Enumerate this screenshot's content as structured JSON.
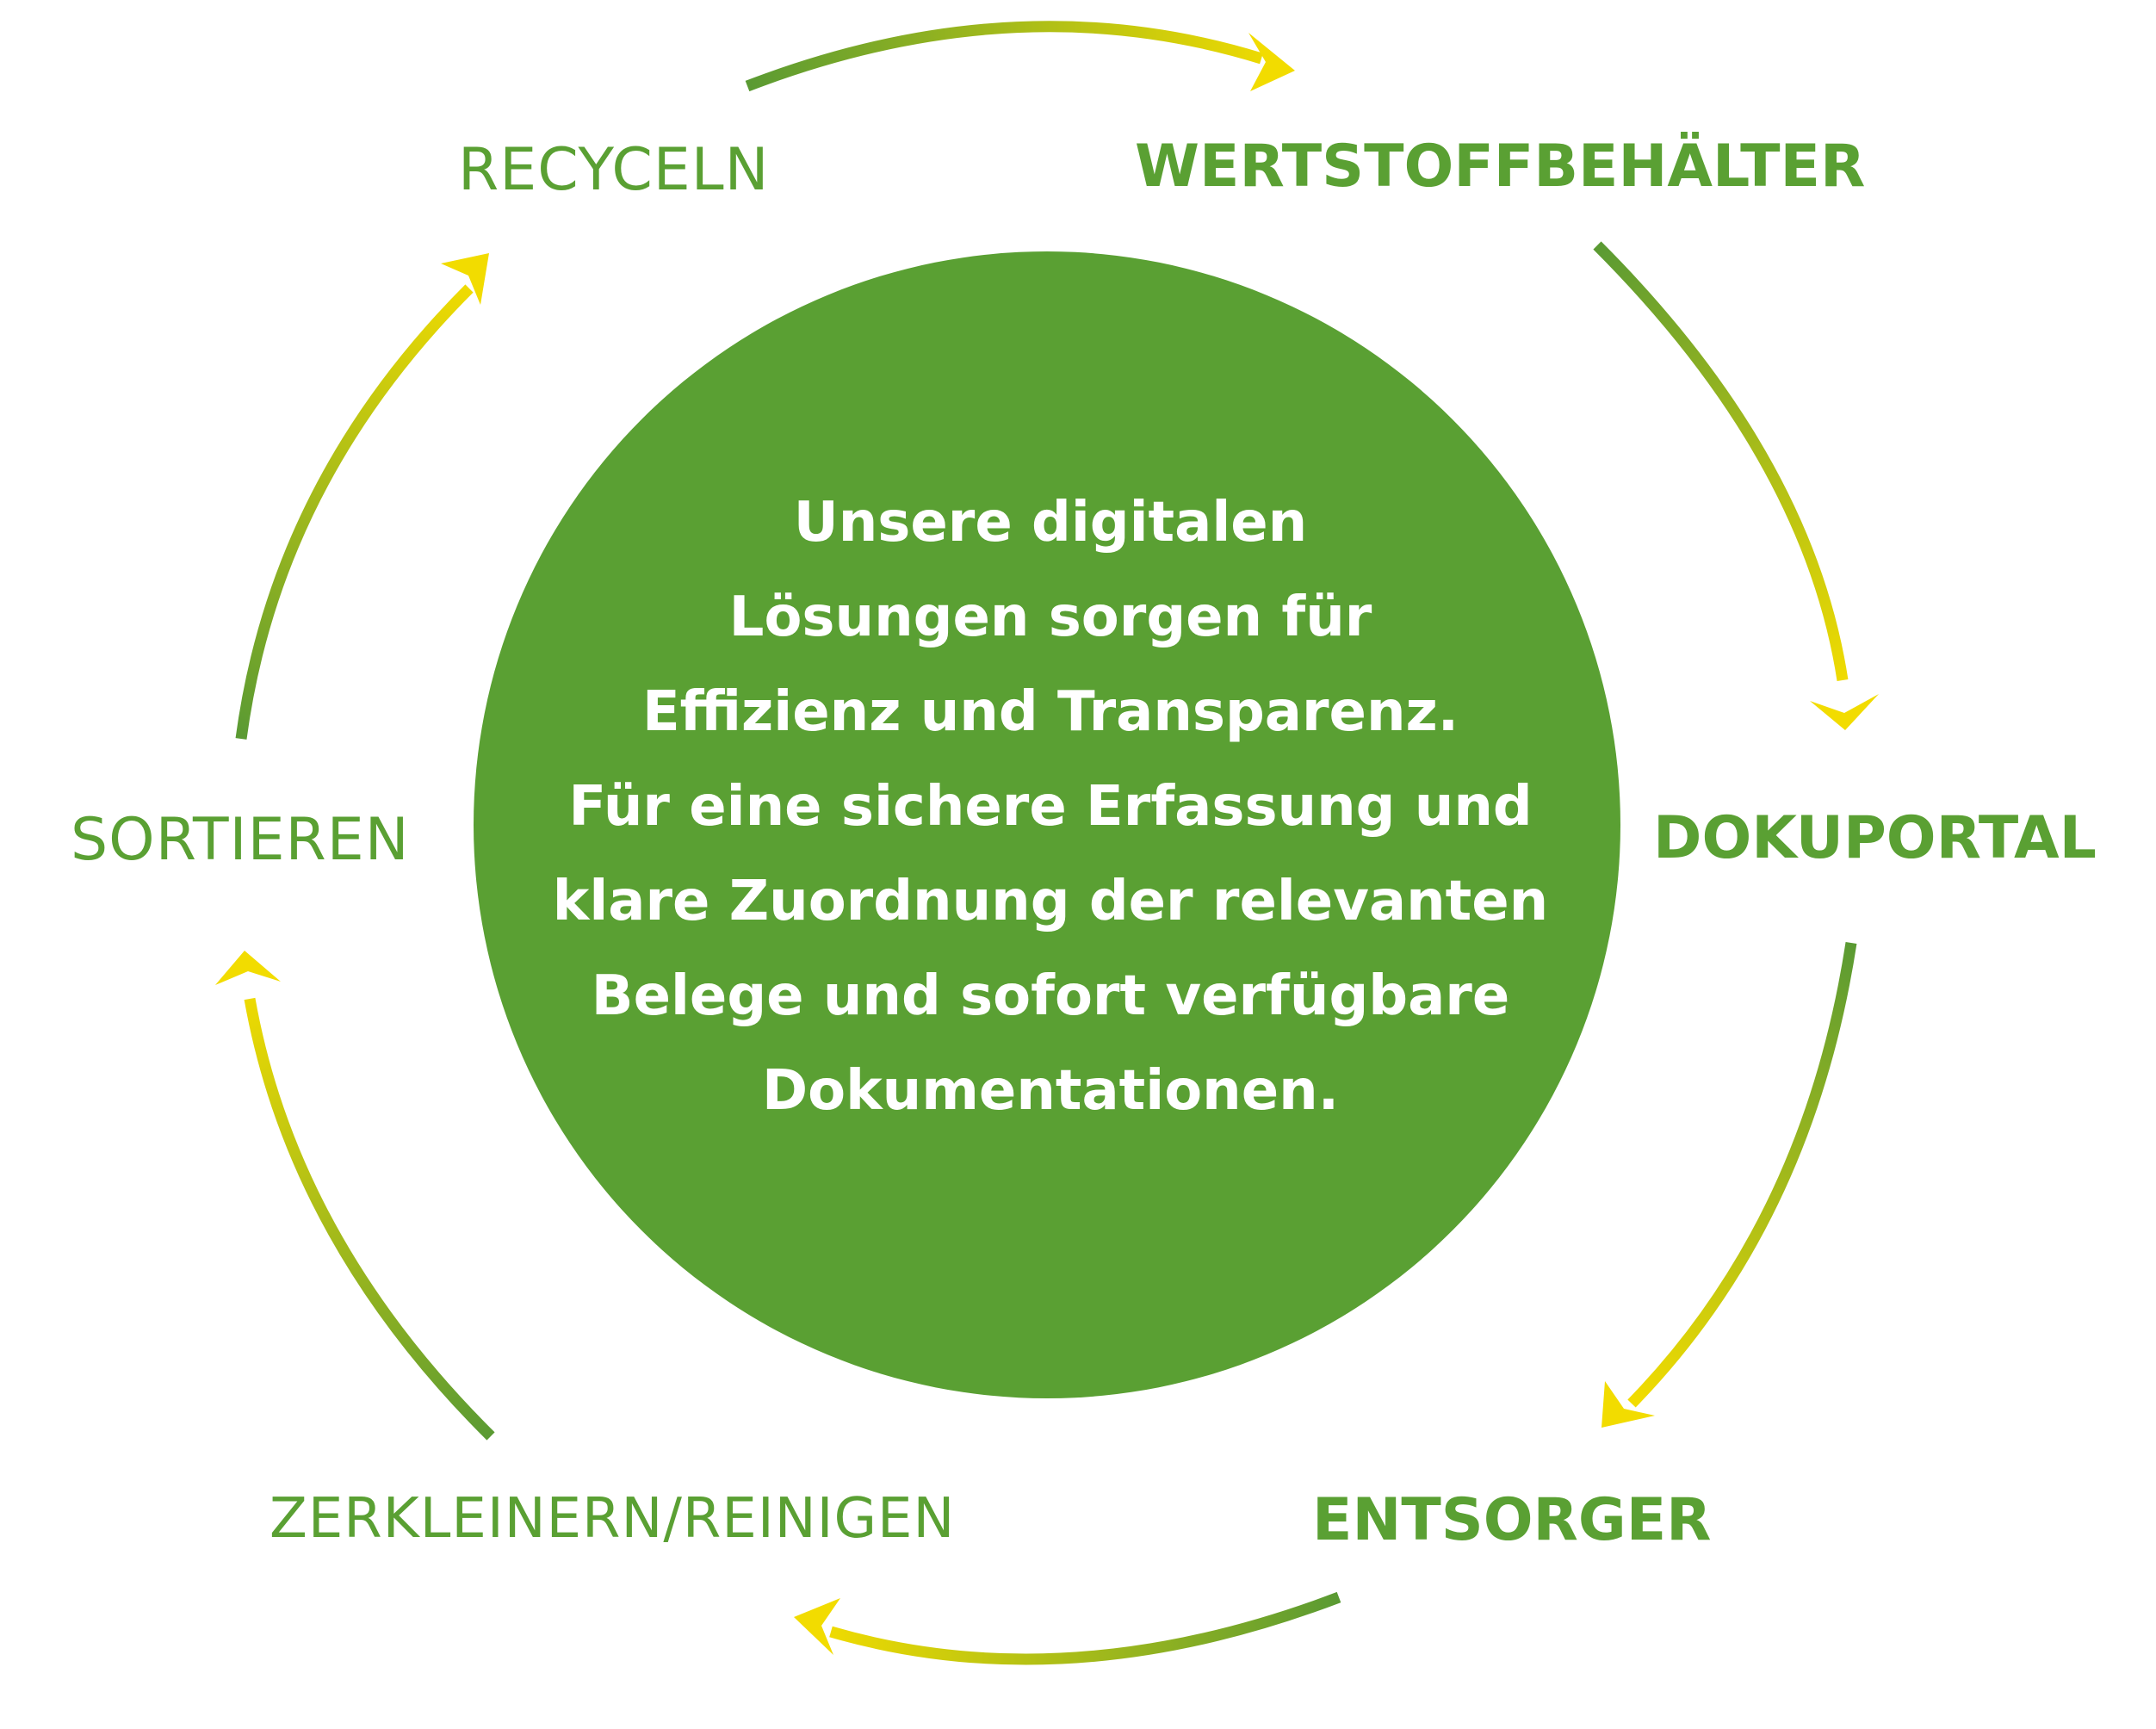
{
  "center": {
    "lines": [
      "Unsere digitalen",
      "Lösungen sorgen für",
      "Effizienz und Transparenz.",
      "Für eine sichere Erfassung und",
      "klare Zuordnung der relevanten",
      "Belege und sofort verfügbare",
      "Dokumentationen."
    ]
  },
  "steps": {
    "wertstoffbehaelter": "WERTSTOFFBEHÄLTER",
    "dokuportal": "DOKUPORTAL",
    "entsorger": "ENTSORGER",
    "zerkleinern_reinigen": "ZERKLEINERN/REINIGEN",
    "sortieren": "SORTIEREN",
    "recyceln": "RECYCELN"
  },
  "colors": {
    "green": "#5aa033",
    "arrow_green": "#5a9a33",
    "arrow_yellow": "#f2dc00",
    "text_on_circle": "#ffffff"
  }
}
